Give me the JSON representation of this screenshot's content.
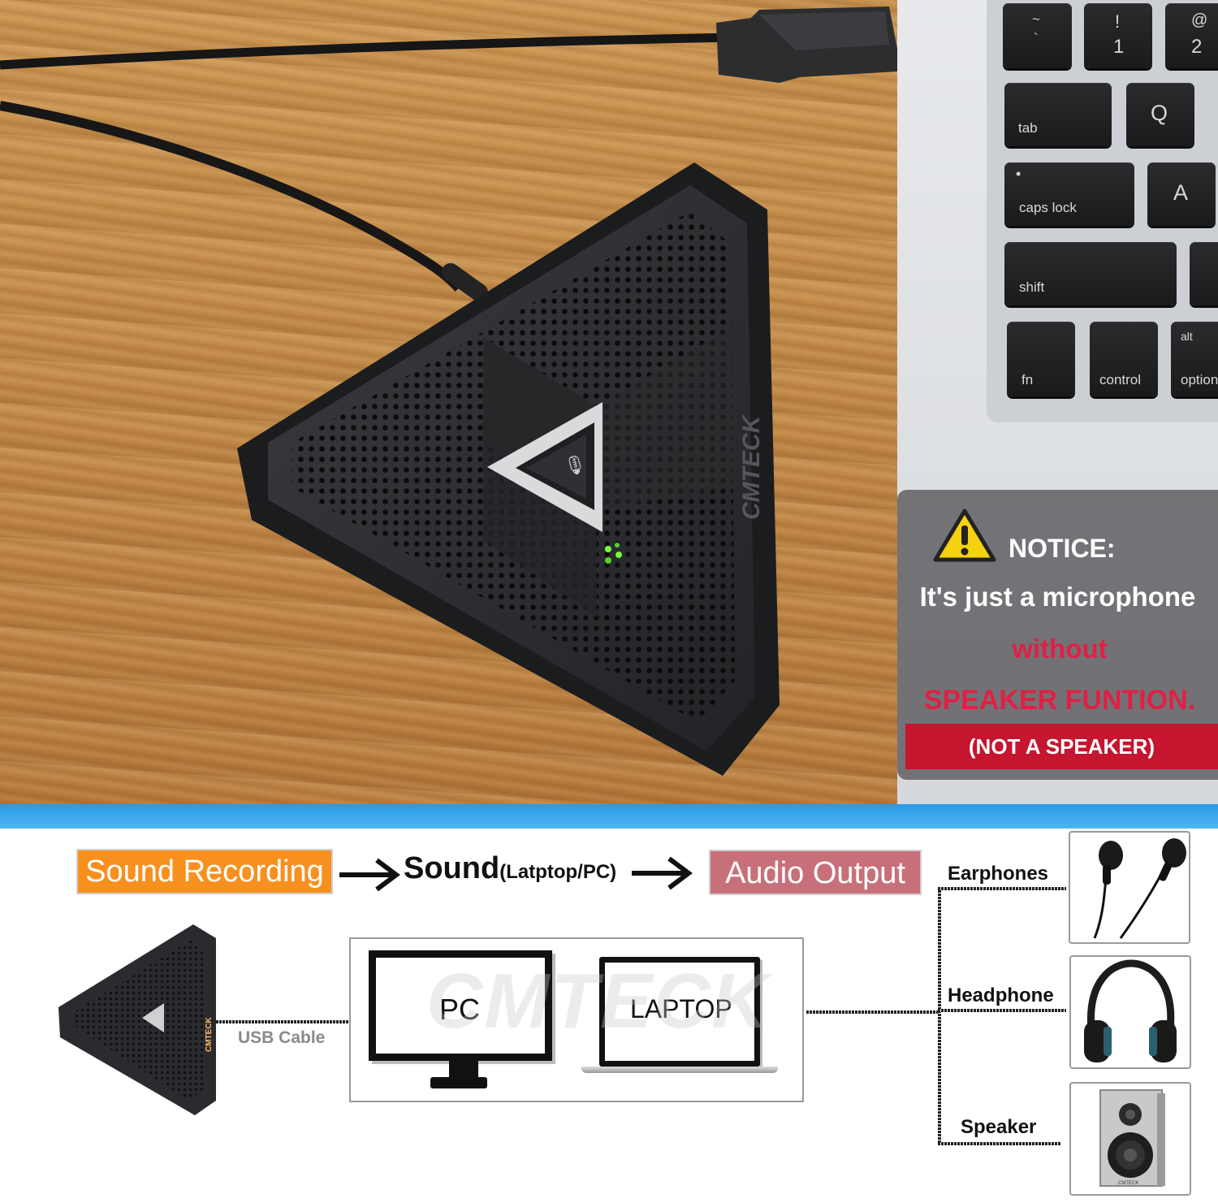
{
  "keyboard": {
    "key_tilde_top": "~",
    "key_tilde_bottom": "`",
    "key_1_top": "!",
    "key_1_bottom": "1",
    "key_2_top": "@",
    "key_2_bottom": "2",
    "key_tab": "tab",
    "key_q": "Q",
    "key_caps": "caps lock",
    "key_a": "A",
    "key_shift": "shift",
    "key_fn": "fn",
    "key_control": "control",
    "key_alt": "alt",
    "key_option": "option"
  },
  "device": {
    "brand": "CMTECK"
  },
  "notice": {
    "title": "NOTICE:",
    "line1": "It's just a microphone",
    "line2": "without",
    "line3": "SPEAKER FUNTION.",
    "bar": "(NOT A SPEAKER)"
  },
  "flow": {
    "step1": "Sound Recording",
    "step2_main": "Sound",
    "step2_sub": "(Latptop/PC)",
    "step3": "Audio Output"
  },
  "diagram": {
    "usb_label": "USB Cable",
    "pc_label": "PC",
    "laptop_label": "LAPTOP",
    "watermark": "CMTECK",
    "outputs": [
      "Earphones",
      "Headphone",
      "Speaker"
    ]
  },
  "colors": {
    "recording_bg": "#f7901e",
    "output_bg": "#c8707a",
    "notice_red": "#e02045",
    "notice_bar": "#c5152f",
    "band_blue": "#2a9ae5"
  }
}
